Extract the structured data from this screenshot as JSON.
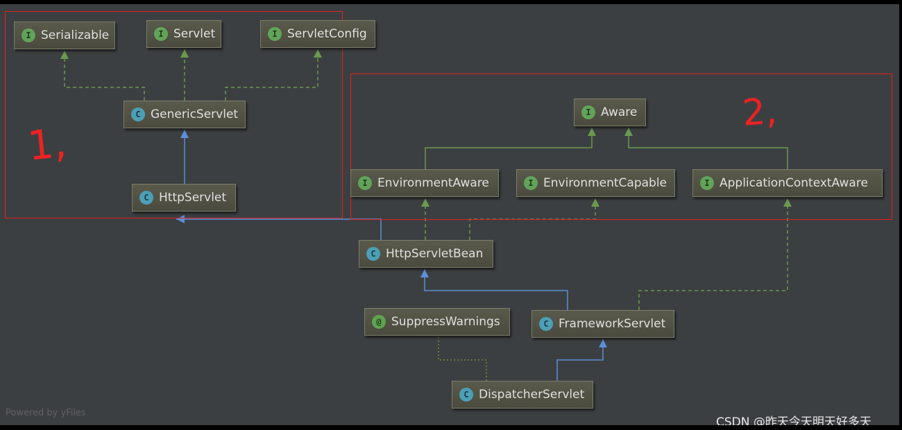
{
  "nodes": {
    "serializable": {
      "label": "Serializable",
      "kind": "interface",
      "badge": "I"
    },
    "servlet": {
      "label": "Servlet",
      "kind": "interface",
      "badge": "I"
    },
    "servletconfig": {
      "label": "ServletConfig",
      "kind": "interface",
      "badge": "I"
    },
    "genericservlet": {
      "label": "GenericServlet",
      "kind": "class",
      "badge": "C"
    },
    "httpservlet": {
      "label": "HttpServlet",
      "kind": "class",
      "badge": "C"
    },
    "aware": {
      "label": "Aware",
      "kind": "interface",
      "badge": "I"
    },
    "environmentaware": {
      "label": "EnvironmentAware",
      "kind": "interface",
      "badge": "I"
    },
    "environmentcapable": {
      "label": "EnvironmentCapable",
      "kind": "interface",
      "badge": "I"
    },
    "applicationcontextaware": {
      "label": "ApplicationContextAware",
      "kind": "interface",
      "badge": "I"
    },
    "httpservletbean": {
      "label": "HttpServletBean",
      "kind": "class",
      "badge": "C"
    },
    "suppresswarnings": {
      "label": "SuppressWarnings",
      "kind": "annotation",
      "badge": "@"
    },
    "frameworkservlet": {
      "label": "FrameworkServlet",
      "kind": "class",
      "badge": "C"
    },
    "dispatcherservlet": {
      "label": "DispatcherServlet",
      "kind": "class",
      "badge": "C"
    }
  },
  "edge_colors": {
    "implements": "#6a9a4e",
    "extends": "#5b8fd9",
    "annotation": "#7a8a3a"
  },
  "annotations": {
    "group_1": "1,",
    "group_2": "2,"
  },
  "footer": {
    "powered_by": "Powered by yFiles",
    "watermark": "CSDN @昨天今天明天好多天"
  }
}
